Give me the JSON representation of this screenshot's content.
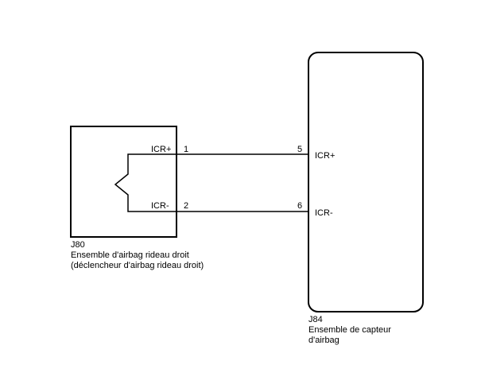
{
  "connectors": {
    "j80": {
      "id": "J80",
      "name_line1": "Ensemble d'airbag rideau droit",
      "name_line2": "(déclencheur d'airbag rideau droit)",
      "pins": [
        {
          "label": "ICR+",
          "number": "1"
        },
        {
          "label": "ICR-",
          "number": "2"
        }
      ]
    },
    "j84": {
      "id": "J84",
      "name_line1": "Ensemble de capteur",
      "name_line2": "d'airbag",
      "pins": [
        {
          "label": "ICR+",
          "number": "5"
        },
        {
          "label": "ICR-",
          "number": "6"
        }
      ]
    }
  },
  "wires": [
    {
      "from": "J80-1",
      "to": "J84-5"
    },
    {
      "from": "J80-2",
      "to": "J84-6"
    }
  ],
  "colors": {
    "line": "#000000",
    "background": "#ffffff"
  }
}
